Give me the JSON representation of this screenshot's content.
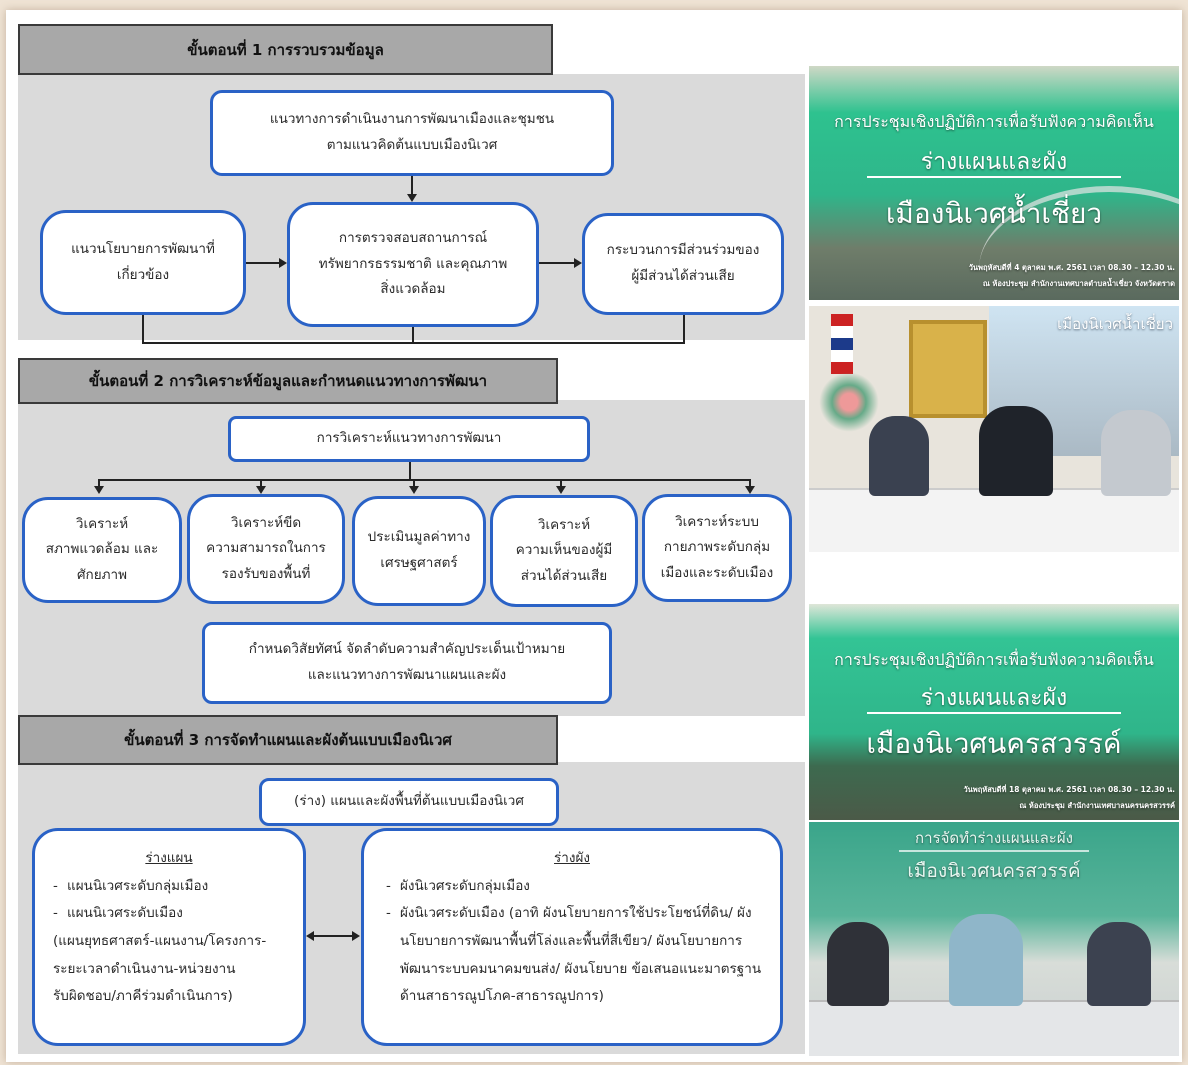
{
  "flowchart": {
    "step1": {
      "title": "ขั้นตอนที่ 1 การรวบรวมข้อมูล",
      "top_box": [
        "แนวทางการดำเนินงานการพัฒนาเมืองและชุมชน",
        "ตามแนวคิดต้นแบบเมืองนิเวศ"
      ],
      "left_box": [
        "แนวนโยบายการพัฒนาที่",
        "เกี่ยวข้อง"
      ],
      "center_box": [
        "การตรวจสอบสถานการณ์",
        "ทรัพยากรธรรมชาติ และคุณภาพ",
        "สิ่งแวดล้อม"
      ],
      "right_box": [
        "กระบวนการมีส่วนร่วมของ",
        "ผู้มีส่วนได้ส่วนเสีย"
      ]
    },
    "step2": {
      "title": "ขั้นตอนที่ 2 การวิเคราะห์ข้อมูลและกำหนดแนวทางการพัฒนา",
      "analysis_box": "การวิเคราะห์แนวทางการพัฒนา",
      "items": [
        [
          "วิเคราะห์",
          "สภาพแวดล้อม และ",
          "ศักยภาพ"
        ],
        [
          "วิเคราะห์ขีด",
          "ความสามารถในการ",
          "รองรับของพื้นที่"
        ],
        [
          "ประเมินมูลค่าทาง",
          "เศรษฐศาสตร์"
        ],
        [
          "วิเคราะห์",
          "ความเห็นของผู้มี",
          "ส่วนได้ส่วนเสีย"
        ],
        [
          "วิเคราะห์ระบบ",
          "กายภาพระดับกลุ่ม",
          "เมืองและระดับเมือง"
        ]
      ],
      "vision_box": [
        "กำหนดวิสัยทัศน์ จัดลำดับความสำคัญประเด็นเป้าหมาย",
        "และแนวทางการพัฒนาแผนและผัง"
      ]
    },
    "step3": {
      "title": "ขั้นตอนที่ 3 การจัดทำแผนและผังต้นแบบเมืองนิเวศ",
      "draft_box": "(ร่าง) แผนและผังพื้นที่ต้นแบบเมืองนิเวศ",
      "plan": {
        "title": "ร่างแผน",
        "items": [
          "แผนนิเวศระดับกลุ่มเมือง",
          "แผนนิเวศระดับเมือง"
        ],
        "notes": [
          "(แผนยุทธศาสตร์-แผนงาน/โครงการ-",
          "ระยะเวลาดำเนินงาน-หน่วยงาน",
          "รับผิดชอบ/ภาคีร่วมดำเนินการ)"
        ]
      },
      "layout": {
        "title": "ร่างผัง",
        "items": [
          "ผังนิเวศระดับกลุ่มเมือง",
          "ผังนิเวศระดับเมือง (อาทิ ผังนโยบายการใช้ประโยชน์ที่ดิน/ ผังนโยบายการพัฒนาพื้นที่โล่งและพื้นที่สีเขียว/ ผังนโยบายการพัฒนาระบบคมนาคมขนส่ง/ ผังนโยบาย ข้อเสนอแนะมาตรฐานด้านสาธารณูปโภค-สาธารณูปการ)"
        ]
      }
    }
  },
  "photos": {
    "slide1": {
      "line1": "การประชุมเชิงปฏิบัติการเพื่อรับฟังความคิดเห็น",
      "line2": "ร่างแผนและผัง",
      "line3": "เมืองนิเวศน้ำเชี่ยว",
      "date": "วันพฤหัสบดีที่ 4 ตุลาคม พ.ศ. 2561 เวลา 08.30 – 12.30 น.",
      "venue": "ณ ห้องประชุม สำนักงานเทศบาลตำบลน้ำเชี่ยว จังหวัดตราด"
    },
    "meeting1": {
      "screen_text": "เมืองนิเวศน้ำเชี่ยว"
    },
    "slide2": {
      "line1": "การประชุมเชิงปฏิบัติการเพื่อรับฟังความคิดเห็น",
      "line2": "ร่างแผนและผัง",
      "line3": "เมืองนิเวศนครสวรรค์",
      "date": "วันพฤหัสบดีที่ 18 ตุลาคม พ.ศ. 2561 เวลา 08.30 – 12.30 น.",
      "venue": "ณ ห้องประชุม สำนักงานเทศบาลนครนครสวรรค์"
    },
    "meeting2": {
      "screen_line1": "การจัดทำร่างแผนและผัง",
      "screen_line2": "เมืองนิเวศนครสวรรค์"
    }
  },
  "colors": {
    "box_border": "#2a62c6",
    "panel_bg": "#dadada",
    "header_bg": "#a8a8a8",
    "slide_green": "#2fb58a"
  }
}
